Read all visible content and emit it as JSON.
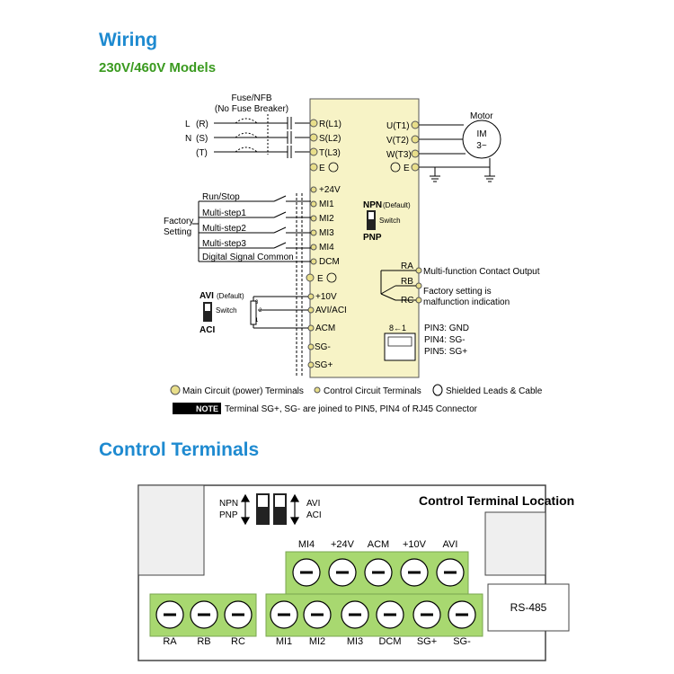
{
  "headings": {
    "wiring": "Wiring",
    "models": "230V/460V Models",
    "control_terminals": "Control Terminals"
  },
  "wiring": {
    "fuse_label": "Fuse/NFB",
    "fuse_label2": "(No Fuse Breaker)",
    "input_lines": [
      {
        "line": "L",
        "phase": "(R)",
        "terminal": "R(L1)"
      },
      {
        "line": "N",
        "phase": "(S)",
        "terminal": "S(L2)"
      },
      {
        "line": "",
        "phase": "(T)",
        "terminal": "T(L3)"
      }
    ],
    "earth_in": "E",
    "output_terminals": [
      "U(T1)",
      "V(T2)",
      "W(T3)"
    ],
    "earth_out": "E",
    "motor_label": "Motor",
    "motor_im": "IM",
    "motor_phase": "3~",
    "control_left": [
      "+24V",
      "MI1",
      "MI2",
      "MI3",
      "MI4",
      "DCM"
    ],
    "earth_mid": "E",
    "inputs": [
      "Run/Stop",
      "Multi-step1",
      "Multi-step2",
      "Multi-step3",
      "Digital Signal Common"
    ],
    "factory_setting": [
      "Factory",
      "Setting"
    ],
    "npn_label": "NPN",
    "npn_default": "(Default)",
    "switch_label": "Switch",
    "pnp_label": "PNP",
    "analog_terminals": [
      "+10V",
      "AVI/ACI",
      "ACM"
    ],
    "avi_label": "AVI",
    "avi_default": "(Default)",
    "avi_switch": "Switch",
    "aci_label": "ACI",
    "pot_pins": [
      "3",
      "2",
      "1"
    ],
    "comm_terminals": [
      "SG-",
      "SG+"
    ],
    "relay_terminals": [
      "RA",
      "RB",
      "RC"
    ],
    "relay_desc": "Multi-function Contact Output",
    "relay_note": [
      "Factory setting is",
      "malfunction indication"
    ],
    "rj45_pins": "8←1",
    "pin_info": [
      "PIN3: GND",
      "PIN4: SG-",
      "PIN5: SG+"
    ],
    "legend": {
      "main": "Main Circuit (power) Terminals",
      "control": "Control Circuit Terminals",
      "shield": "Shielded Leads & Cable"
    },
    "note_badge": "NOTE",
    "note_text": "Terminal SG+, SG- are joined to PIN5, PIN4 of RJ45 Connector"
  },
  "control_panel": {
    "title": "Control Terminal Location",
    "npn": "NPN",
    "pnp": "PNP",
    "avi": "AVI",
    "aci": "ACI",
    "top_row": [
      "MI4",
      "+24V",
      "ACM",
      "+10V",
      "AVI"
    ],
    "relay_row": [
      "RA",
      "RB",
      "RC"
    ],
    "bottom_row": [
      "MI1",
      "MI2",
      "MI3",
      "DCM",
      "SG+",
      "SG-"
    ],
    "rs485": "RS-485"
  },
  "colors": {
    "heading_blue": "#1e8ad0",
    "heading_green": "#3a9a1f",
    "terminal_green": "#a8d870",
    "drive_box": "#f7f3c6"
  }
}
